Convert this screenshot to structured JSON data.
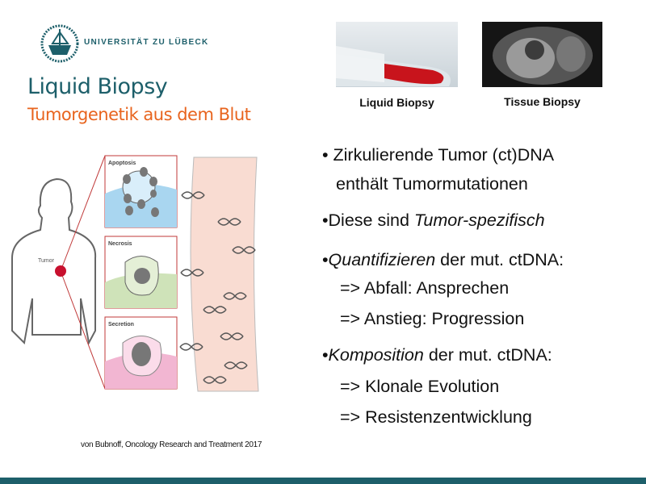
{
  "header": {
    "university": "UNIVERSITÄT ZU LÜBECK",
    "title": "Liquid Biopsy",
    "subtitle": "Tumorgenetik aus dem Blut"
  },
  "images": {
    "liquid_label": "Liquid Biopsy",
    "tissue_label": "Tissue Biopsy"
  },
  "figure": {
    "panels": [
      "Apoptosis",
      "Necrosis",
      "Secretion"
    ],
    "tumor_label": "Tumor",
    "credit": "von Bubnoff, Oncology Research and Treatment 2017"
  },
  "bullets": {
    "b1a": "• Zirkulierende Tumor (ct)DNA",
    "b1b": "enthält Tumormutationen",
    "b2a": "•Diese sind ",
    "b2b": "Tumor-spezifisch",
    "b3a": "•",
    "b3b": "Quantifizieren",
    "b3c": " der mut. ctDNA:",
    "b3d": "=> Abfall: Ansprechen",
    "b3e": "=> Anstieg: Progression",
    "b4a": "•",
    "b4b": "Komposition",
    "b4c": " der mut. ctDNA:",
    "b4d": "=> Klonale Evolution",
    "b4e": "=> Resistenzentwicklung"
  },
  "colors": {
    "teal": "#1d5f6a",
    "orange": "#e8641e"
  }
}
